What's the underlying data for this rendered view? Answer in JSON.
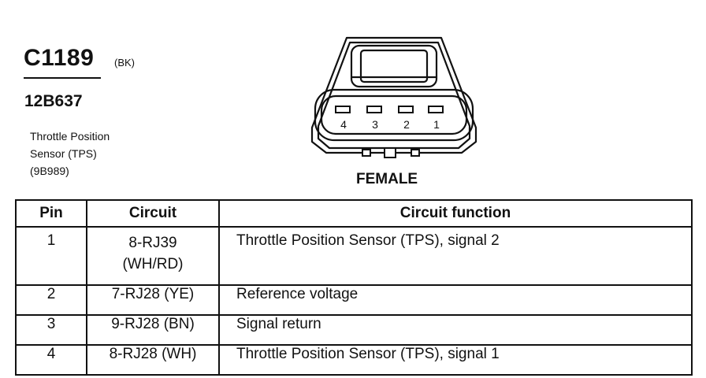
{
  "connector": {
    "id": "C1189",
    "color": "(BK)",
    "part_number": "12B637",
    "description": [
      "Throttle Position",
      "Sensor (TPS)",
      "(9B989)"
    ],
    "gender": "FEMALE",
    "cavity_numbers": [
      "4",
      "3",
      "2",
      "1"
    ]
  },
  "table": {
    "headers": [
      "Pin",
      "Circuit",
      "Circuit function"
    ],
    "rows": [
      {
        "pin": "1",
        "circuit_line1": "8-RJ39",
        "circuit_line2": "(WH/RD)",
        "function": "Throttle Position Sensor (TPS), signal 2"
      },
      {
        "pin": "2",
        "circuit": "7-RJ28 (YE)",
        "function": "Reference voltage"
      },
      {
        "pin": "3",
        "circuit": "9-RJ28 (BN)",
        "function": "Signal return"
      },
      {
        "pin": "4",
        "circuit": "8-RJ28 (WH)",
        "function": "Throttle Position Sensor (TPS), signal 1"
      }
    ]
  }
}
